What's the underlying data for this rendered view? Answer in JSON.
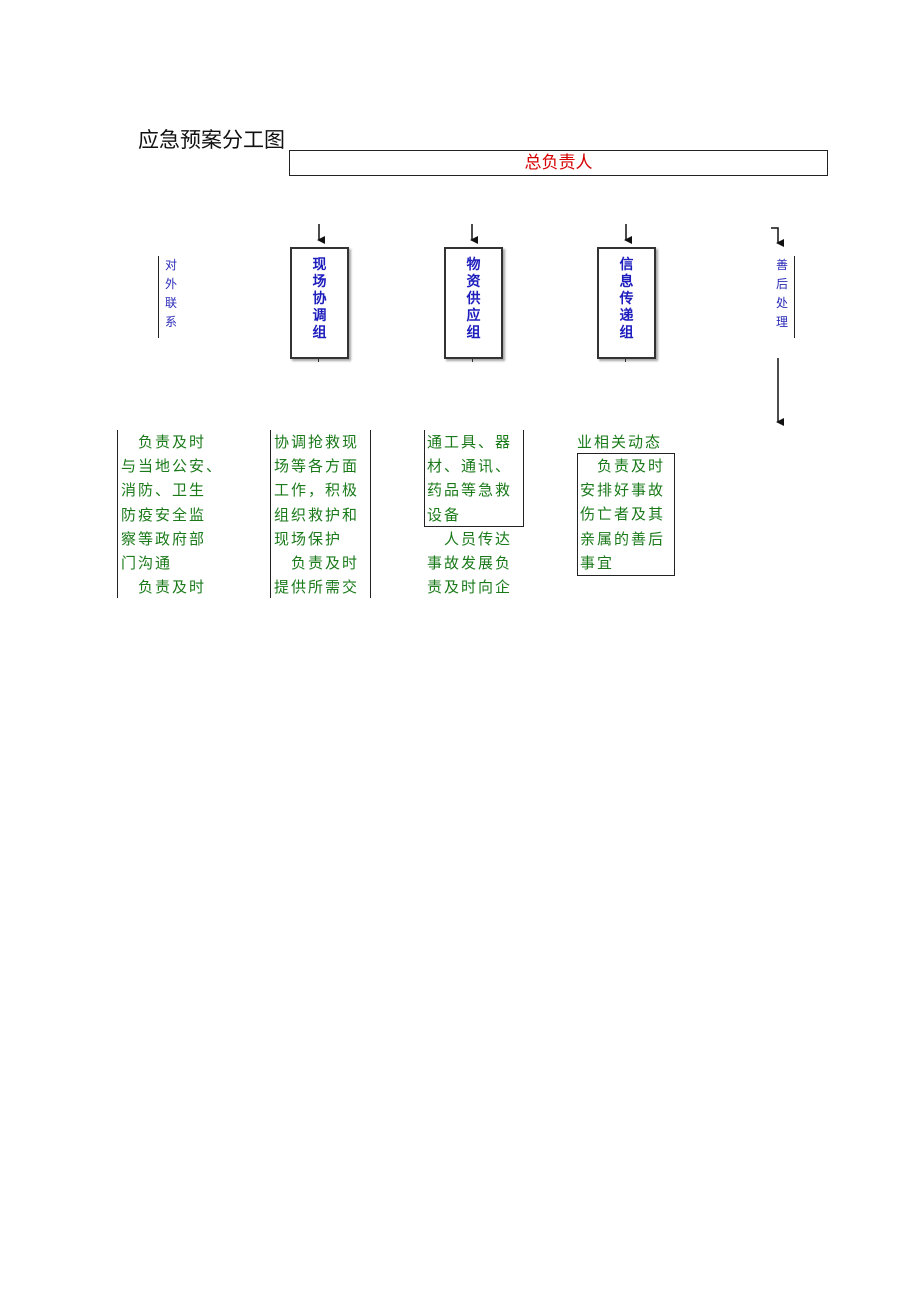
{
  "title": "应急预案分工图",
  "head": "总负责人",
  "side_left": [
    "对",
    "外",
    "联",
    "系"
  ],
  "side_right": [
    "善",
    "后",
    "处",
    "理"
  ],
  "groups": [
    [
      "现",
      "场",
      "协",
      "调",
      "组"
    ],
    [
      "物",
      "资",
      "供",
      "应",
      "组"
    ],
    [
      "信",
      "息",
      "传",
      "递",
      "组"
    ]
  ],
  "text_blocks": {
    "col1": [
      "　负责及时",
      "与当地公安、",
      "消防、卫生",
      "防疫安全监",
      "察等政府部",
      "门沟通",
      "　负责及时"
    ],
    "col2": [
      "协调抢救现",
      "场等各方面",
      "工作，积极",
      "组织救护和",
      "现场保护",
      "　负责及时",
      "提供所需交"
    ],
    "col3": [
      "通工具、器",
      "材、通讯、",
      "药品等急救",
      "设备",
      "　人员传达",
      "事故发展负",
      "责及时向企"
    ],
    "col4_top": "业相关动态",
    "col4_box": [
      "　负责及时",
      "安排好事故",
      "伤亡者及其",
      "亲属的善后",
      "事宜"
    ]
  },
  "colors": {
    "head_text": "#d60000",
    "group_text": "#1d1dbe",
    "side_text": "#2a2ab8",
    "body_text": "#1a7a1a"
  }
}
